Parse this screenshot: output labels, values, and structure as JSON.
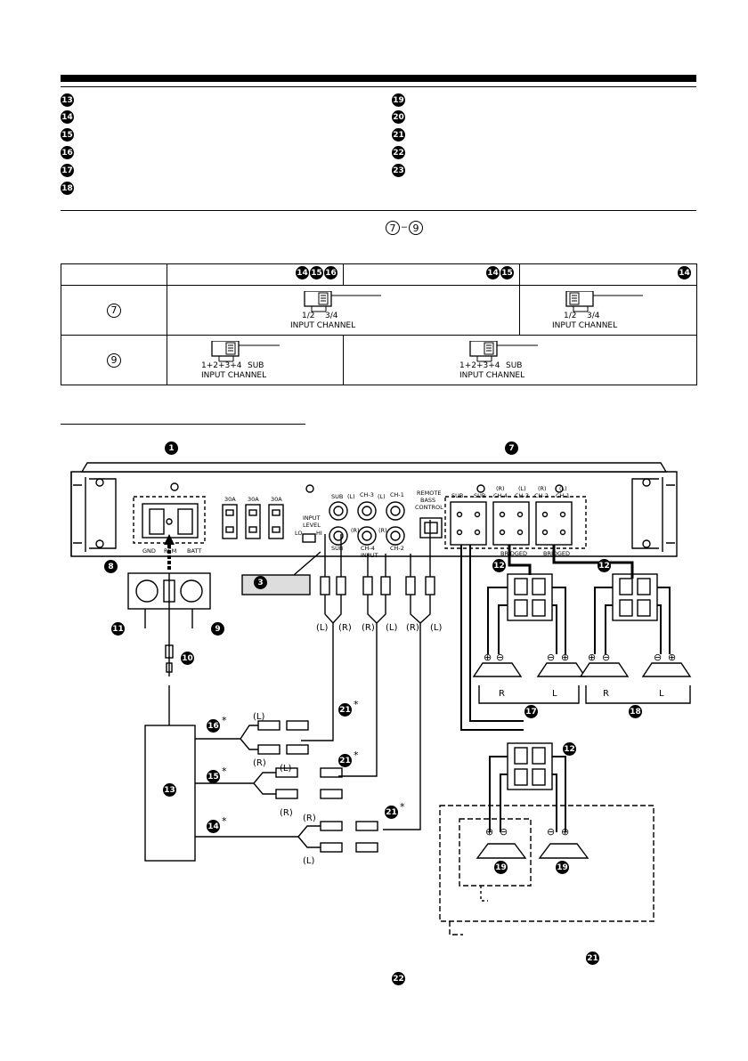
{
  "legend_left": [
    "13",
    "14",
    "15",
    "16",
    "17",
    "18"
  ],
  "legend_right": [
    "19",
    "20",
    "21",
    "22",
    "23"
  ],
  "switch_note_marks": [
    "7",
    "9"
  ],
  "switch_note_dash": "–",
  "table": {
    "header_marks": [
      [
        "14",
        "15",
        "16"
      ],
      [
        "14",
        "15"
      ],
      [
        "14"
      ]
    ],
    "row_marks": [
      "7",
      "9"
    ],
    "switch_labels": {
      "input_channel": "INPUT CHANNEL",
      "ch_12": "1/2",
      "ch_34": "3/4",
      "mix": "1+2+3+4",
      "sub": "SUB"
    }
  },
  "amp": {
    "fuse_labels": [
      "30A",
      "30A",
      "30A"
    ],
    "power_labels": [
      "GND",
      "REM",
      "BATT"
    ],
    "input_level": [
      "INPUT",
      "LEVEL"
    ],
    "lo": "LO",
    "hi": "HI",
    "rca_top": [
      "SUB",
      "(L)",
      "CH-3",
      "(L)",
      "CH-1"
    ],
    "rca_bottom": [
      "SUB",
      "(R)",
      "CH-4",
      "INPUT",
      "(R)",
      "CH-2"
    ],
    "remote": [
      "REMOTE",
      "BASS",
      "CONTROL"
    ],
    "speaker_top": [
      "SUB",
      "SUB",
      "(R)",
      "CH-4",
      "(L)",
      "CH-3",
      "(R)",
      "CH-2",
      "(L)",
      "CH-1"
    ],
    "bridged": [
      "BRIDGED",
      "BRIDGED"
    ]
  },
  "wiring": {
    "lr_under_rca": [
      "(L)",
      "(R)",
      "(R)",
      "(L)",
      "(R)",
      "(L)"
    ],
    "cable_lr": [
      [
        "(L)",
        "(R)"
      ],
      [
        "(L)",
        "(R)"
      ],
      [
        "(R)",
        "(L)"
      ]
    ],
    "speaker_lr": [
      [
        "R",
        "L"
      ],
      [
        "R",
        "L"
      ]
    ],
    "plus": "⊕",
    "minus": "⊖",
    "asterisk": "*"
  },
  "callouts": {
    "c1": "1",
    "c3": "3",
    "c7": "7",
    "c8": "8",
    "c9": "9",
    "c10": "10",
    "c11": "11",
    "c12a": "12",
    "c12b": "12",
    "c12c": "12",
    "c13": "13",
    "c14": "14",
    "c15": "15",
    "c16": "16",
    "c17": "17",
    "c18": "18",
    "c19a": "19",
    "c19b": "19",
    "c21a": "21",
    "c21b": "21",
    "c21c": "21",
    "c21d": "21",
    "c22": "22"
  }
}
